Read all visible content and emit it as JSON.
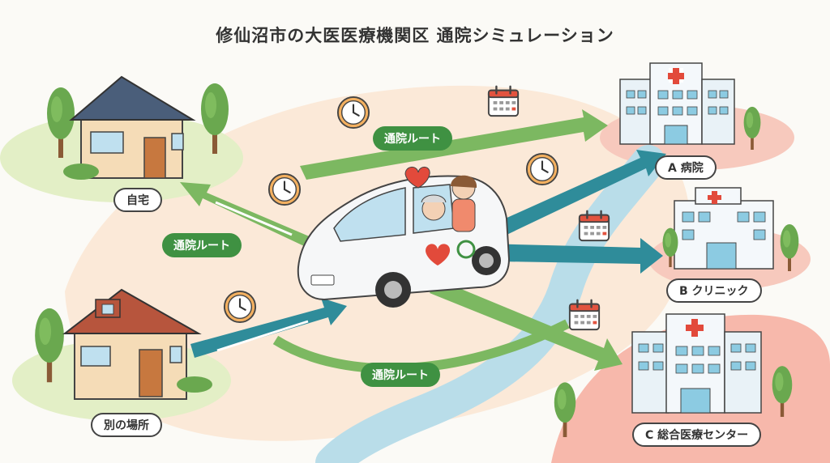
{
  "title": "修仙沼市の大医医療機関区 通院シミュレーション",
  "locations": {
    "home": "自宅",
    "other_place": "別の場所",
    "hospital_a": "A 病院",
    "clinic_b": "B クリニック",
    "center_c": "C 総合医療センター"
  },
  "routes": [
    "通院ルート",
    "通院ルート",
    "通院ルート"
  ],
  "colors": {
    "route_green": "#3f9142",
    "arrow_green": "#7cb861",
    "arrow_teal": "#2f8c9a",
    "river": "#b9dde9",
    "medical_red": "#e24a3b"
  },
  "icons": [
    "house-icon",
    "hospital-icon",
    "clinic-icon",
    "car-icon",
    "clock-icon",
    "calendar-icon",
    "tree-icon",
    "heart-icon"
  ]
}
